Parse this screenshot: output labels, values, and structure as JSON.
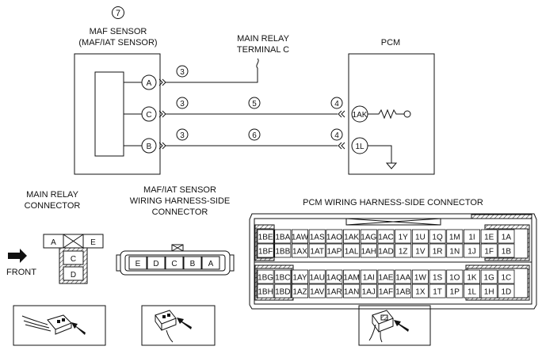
{
  "sensor": {
    "number": "7",
    "title_line1": "MAF SENSOR",
    "title_line2": "(MAF/IAT SENSOR)"
  },
  "main_relay": {
    "line1": "MAIN RELAY",
    "line2": "TERMINAL C"
  },
  "pcm": {
    "title": "PCM"
  },
  "wires": [
    {
      "sensor_pin": "A",
      "sensor_conn": "3"
    },
    {
      "sensor_pin": "C",
      "sensor_conn": "3",
      "wire_no": "5",
      "pcm_conn": "4",
      "pcm_pin": "1AK"
    },
    {
      "sensor_pin": "B",
      "sensor_conn": "3",
      "wire_no": "6",
      "pcm_conn": "4",
      "pcm_pin": "1L"
    }
  ],
  "relay_connector": {
    "line1": "MAIN RELAY",
    "line2": "CONNECTOR",
    "cells": [
      "A",
      "E",
      "C",
      "D"
    ],
    "front_label": "FRONT"
  },
  "maf_connector": {
    "line1": "MAF/IAT SENSOR",
    "line2": "WIRING HARNESS-SIDE",
    "line3": "CONNECTOR",
    "cells": [
      "E",
      "D",
      "C",
      "B",
      "A"
    ]
  },
  "pcm_connector": {
    "title": "PCM WIRING HARNESS-SIDE CONNECTOR",
    "top_rows": [
      [
        "1BE",
        "1BA",
        "1AW",
        "1AS",
        "1AO",
        "1AK",
        "1AG",
        "1AC",
        "1Y",
        "1U",
        "1Q",
        "1M",
        "1I",
        "1E",
        "1A"
      ],
      [
        "1BF",
        "1BB",
        "1AX",
        "1AT",
        "1AP",
        "1AL",
        "1AH",
        "1AD",
        "1Z",
        "1V",
        "1R",
        "1N",
        "1J",
        "1F",
        "1B"
      ]
    ],
    "bottom_rows": [
      [
        "1BG",
        "1BC",
        "1AY",
        "1AU",
        "1AQ",
        "1AM",
        "1AI",
        "1AE",
        "1AA",
        "1W",
        "1S",
        "1O",
        "1K",
        "1G",
        "1C"
      ],
      [
        "1BH",
        "1BD",
        "1AZ",
        "1AV",
        "1AR",
        "1AN",
        "1AJ",
        "1AF",
        "1AB",
        "1X",
        "1T",
        "1P",
        "1L",
        "1H",
        "1D"
      ]
    ]
  }
}
